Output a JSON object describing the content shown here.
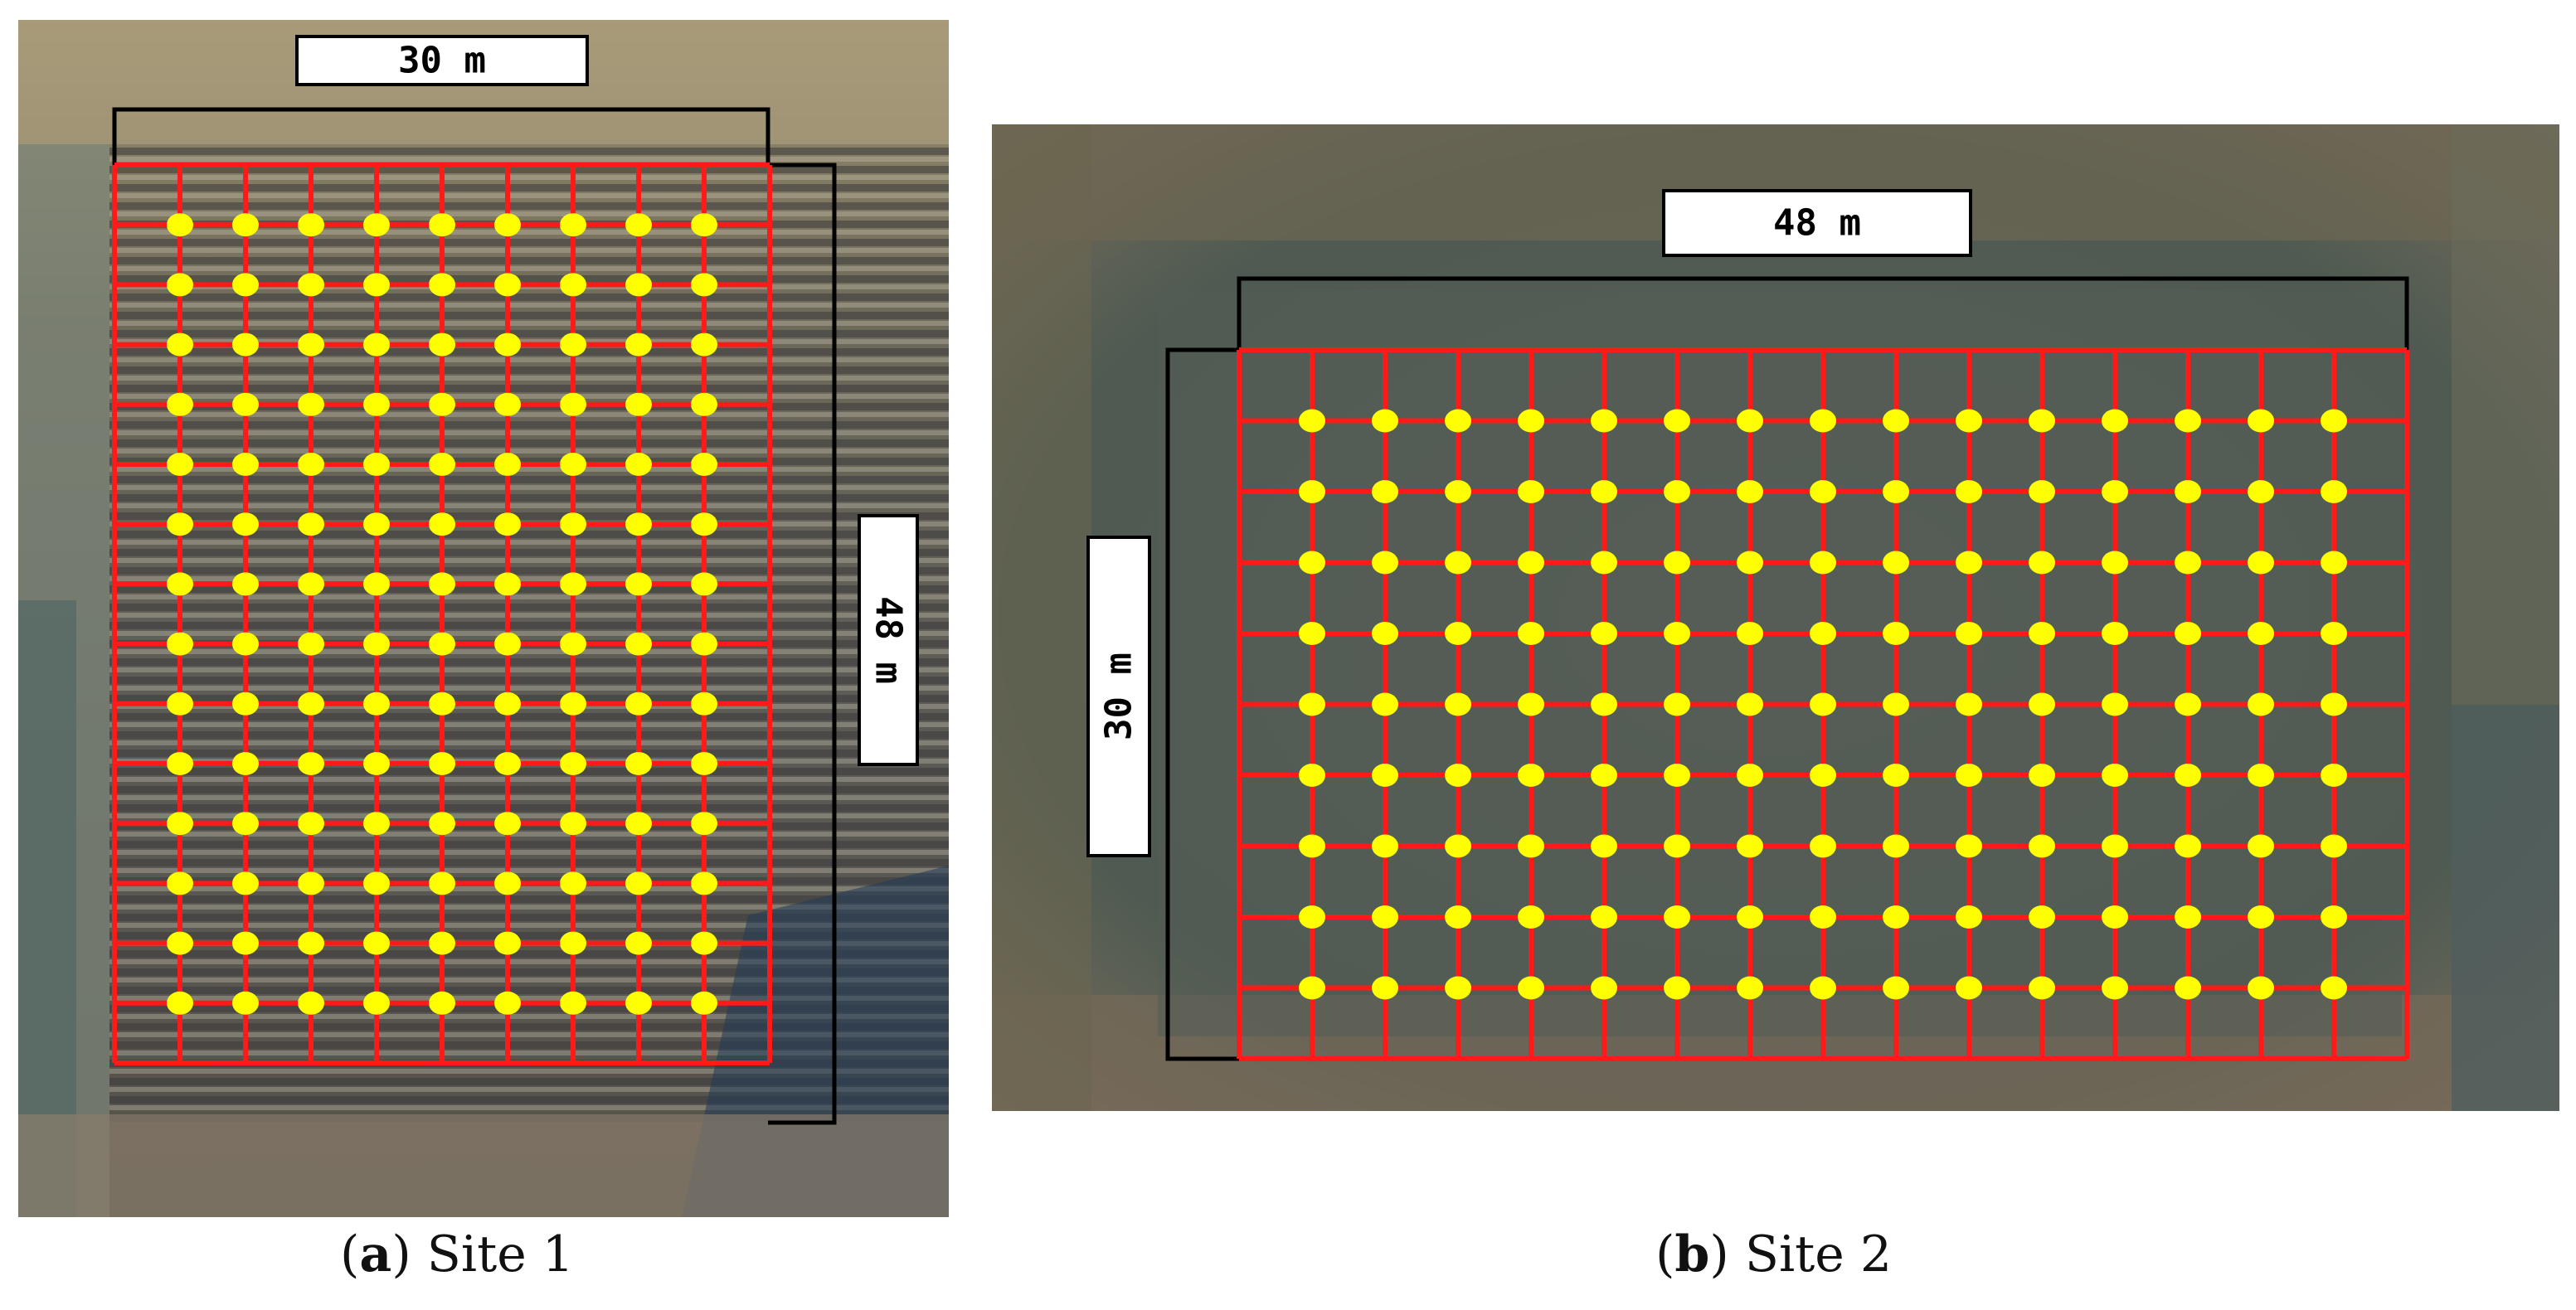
{
  "panels": [
    {
      "id": "a",
      "caption_letter": "a",
      "caption_text": "Site 1",
      "width_label": "30 m",
      "height_label": "48 m",
      "grid_cols": 10,
      "grid_rows": 15,
      "point_cols": 9,
      "point_rows": 14
    },
    {
      "id": "b",
      "caption_letter": "b",
      "caption_text": "Site 2",
      "width_label": "48 m",
      "height_label": "30 m",
      "grid_cols": 16,
      "grid_rows": 10,
      "point_cols": 15,
      "point_rows": 9
    }
  ],
  "colors": {
    "grid": "#ff1a1a",
    "point": "#ffff00",
    "dimension_line": "#000000",
    "label_box": "#ffffff"
  }
}
